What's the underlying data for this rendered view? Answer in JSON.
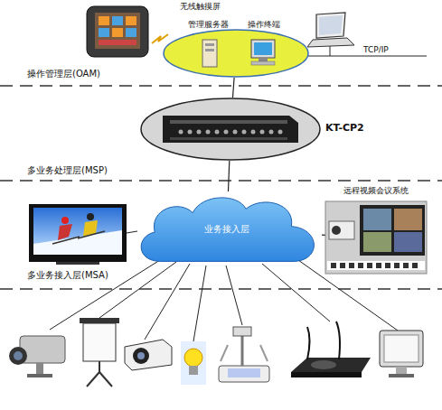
{
  "diagram": {
    "nodes": [
      {
        "text": [
          "无线触摸屏"
        ]
      },
      {
        "text": [
          "管理服务器",
          "操作终端"
        ]
      },
      {
        "text": [
          "KT-CP2"
        ]
      },
      {
        "text": [
          "业务接入层"
        ]
      },
      {
        "text": [
          "远程视频会议系统"
        ]
      }
    ],
    "edges": [
      {
        "from": 1,
        "to": 2,
        "arrow": "none"
      },
      {
        "from": 2,
        "to": 3,
        "arrow": "none"
      },
      {
        "from": 3,
        "to": 4,
        "arrow": "none"
      }
    ],
    "labels": [
      "TCP/IP",
      "操作管理层(OAM)",
      "多业务处理层(MSP)",
      "多业务接入层(MSA)"
    ]
  }
}
